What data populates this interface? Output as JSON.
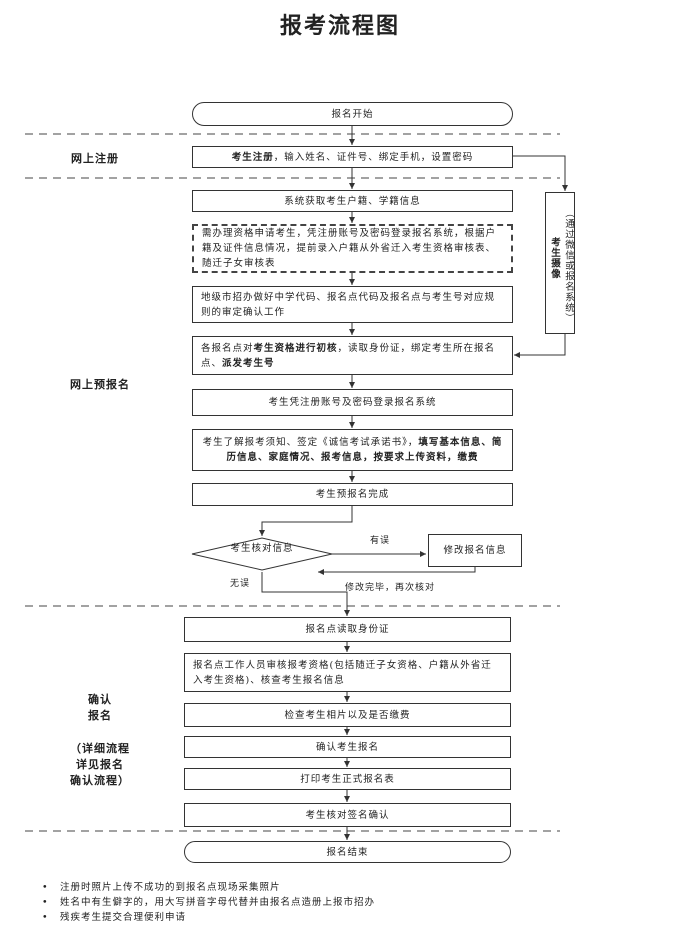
{
  "title": "报考流程图",
  "start": "报名开始",
  "end": "报名结束",
  "sections": {
    "online_register": "网上注册",
    "pre_register": "网上预报名",
    "confirm_a": "确认",
    "confirm_b": "报名",
    "confirm_note_1": "（详细流程",
    "confirm_note_2": "详见报名",
    "confirm_note_3": "确认流程）"
  },
  "steps": {
    "s1_bold": "考生注册",
    "s1_rest": "，输入姓名、证件号、绑定手机，设置密码",
    "s2": "系统获取考生户籍、学籍信息",
    "s3": "需办理资格申请考生，凭注册账号及密码登录报名系统，根据户籍及证件信息情况，提前录入户籍从外省迁入考生资格审核表、随迁子女审核表",
    "s4": "地级市招办做好中学代码、报名点代码及报名点与考生号对应规则的审定确认工作",
    "s5_a": "各报名点对",
    "s5_b": "考生资格进行初核",
    "s5_c": "，读取身份证，绑定考生所在报名点、",
    "s5_d": "派发考生号",
    "s6": "考生凭注册账号及密码登录报名系统",
    "s7_a": "考生了解报考须知、签定《诚信考试承诺书》，",
    "s7_b": "填写基本信息、简历信息、家庭情况、报考信息，按要求上传资料，缴费",
    "s8": "考生预报名完成",
    "decision": "考生核对信息",
    "modify": "修改报名信息",
    "c1": "报名点读取身份证",
    "c2": "报名点工作人员审核报考资格(包括随迁子女资格、户籍从外省迁入考生资格)、核查考生报名信息",
    "c3": "检查考生相片以及是否缴费",
    "c4": "确认考生报名",
    "c5": "打印考生正式报名表",
    "c6": "考生核对签名确认"
  },
  "side": {
    "label_bold": "考生摄像",
    "label_note": "（通过微信或报名系统）"
  },
  "labels": {
    "error": "有误",
    "ok": "无误",
    "recheck": "修改完毕，再次核对"
  },
  "notes": [
    "注册时照片上传不成功的到报名点现场采集照片",
    "姓名中有生僻字的，用大写拼音字母代替并由报名点造册上报市招办",
    "残疾考生提交合理便利申请"
  ]
}
